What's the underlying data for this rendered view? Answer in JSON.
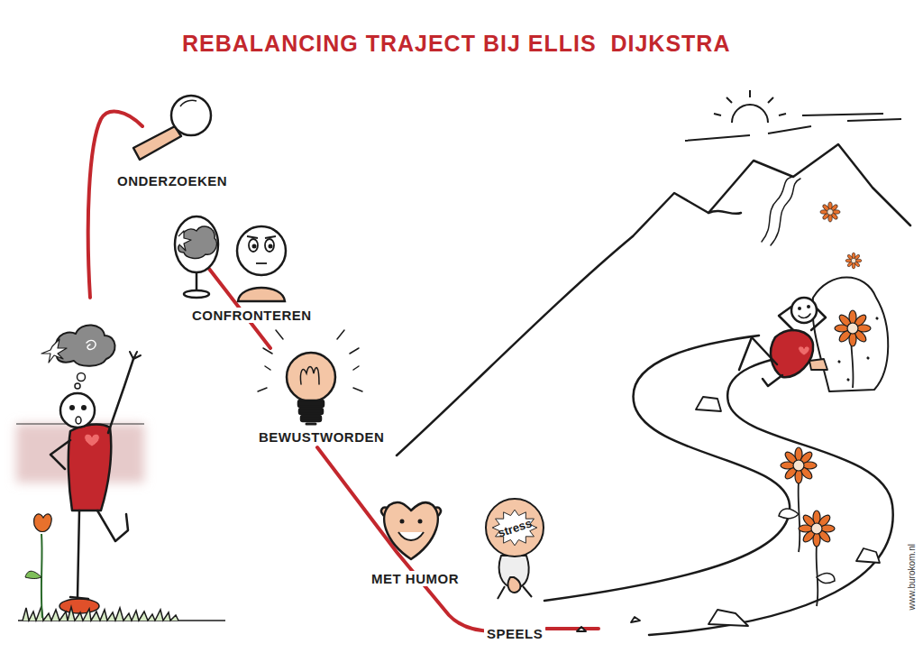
{
  "diagram": {
    "title": "REBALANCING TRAJECT BIJ ELLIS  DIJKSTRA",
    "nodes": [
      {
        "text": [
          "stress"
        ]
      }
    ],
    "labels": [
      "ONDERZOEKEN",
      "CONFRONTEREN",
      "BEWUSTWORDEN",
      "MET HUMOR",
      "SPEELS",
      "www.burokom.nl"
    ]
  }
}
